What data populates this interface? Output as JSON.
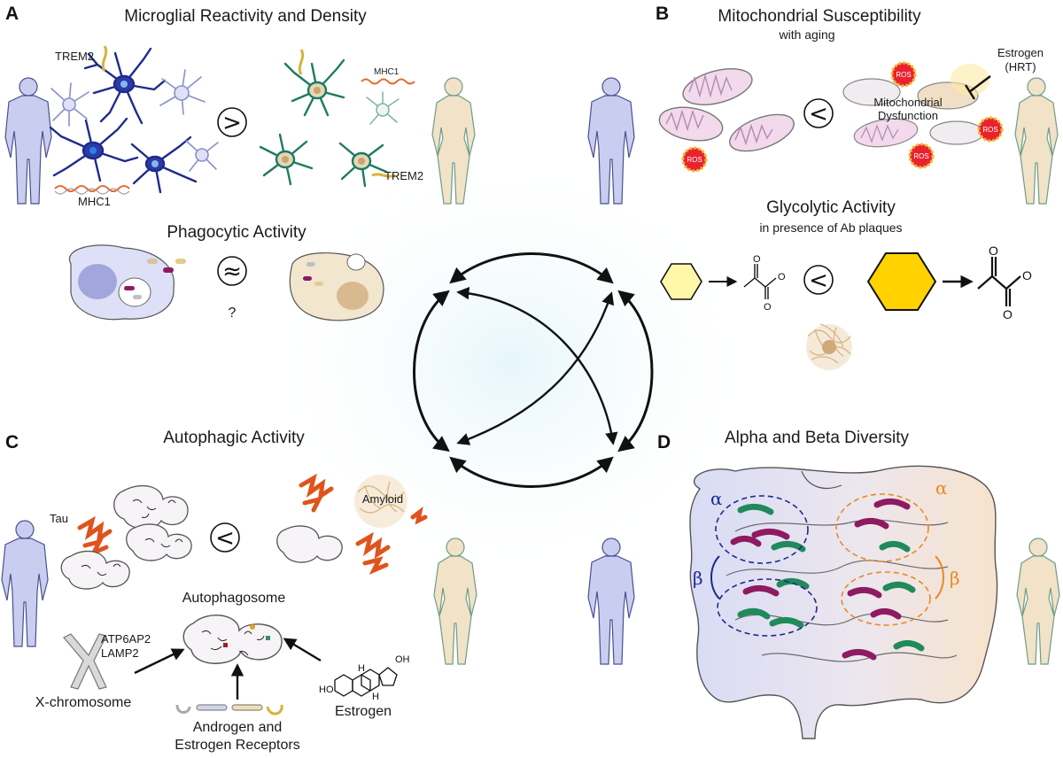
{
  "panels": {
    "a": {
      "letter": "A",
      "title": "Microglial Reactivity and Density",
      "trem2_left": "TREM2",
      "trem2_right": "TREM2",
      "mhc1_left": "MHC1",
      "mhc1_right": "MHC1",
      "compare_top": ">",
      "phago_title": "Phagocytic Activity",
      "compare_phago": "≈",
      "phago_question": "?"
    },
    "b": {
      "letter": "B",
      "title": "Mitochondrial Susceptibility",
      "subtitle": "with aging",
      "estrogen_line1": "Estrogen",
      "estrogen_line2": "(HRT)",
      "dysfunction_line1": "Mitochondrial",
      "dysfunction_line2": "Dysfunction",
      "ros": "ROS",
      "compare_mito": "<",
      "glyco_title": "Glycolytic Activity",
      "glyco_subtitle": "in presence of Ab plaques",
      "compare_glyco": "<",
      "atom_o": "O"
    },
    "c": {
      "letter": "C",
      "title": "Autophagic Activity",
      "tau": "Tau",
      "amyloid": "Amyloid",
      "compare_auto": "<",
      "autophagosome": "Autophagosome",
      "atp6ap2": "ATP6AP2",
      "lamp2": "LAMP2",
      "x_chromosome": "X-chromosome",
      "receptors_line1": "Androgen and",
      "receptors_line2": "Estrogen Receptors",
      "estrogen": "Estrogen",
      "chem_oh": "OH",
      "chem_ho": "HO",
      "chem_h": "H"
    },
    "d": {
      "letter": "D",
      "title": "Alpha and Beta Diversity",
      "alpha": "α",
      "beta": "β"
    }
  },
  "colors": {
    "male_blue": "#1e2a8c",
    "male_fill": "#c9cdf0",
    "female_green": "#1d7a62",
    "female_fill": "#f1e2c8",
    "orange": "#e98a22",
    "ros_red": "#e8232f",
    "hex_yellow": "#ffd200",
    "hex_pale": "#fff8a8",
    "bacteria_purple": "#8e1a62",
    "bacteria_green": "#1f8a5a"
  }
}
